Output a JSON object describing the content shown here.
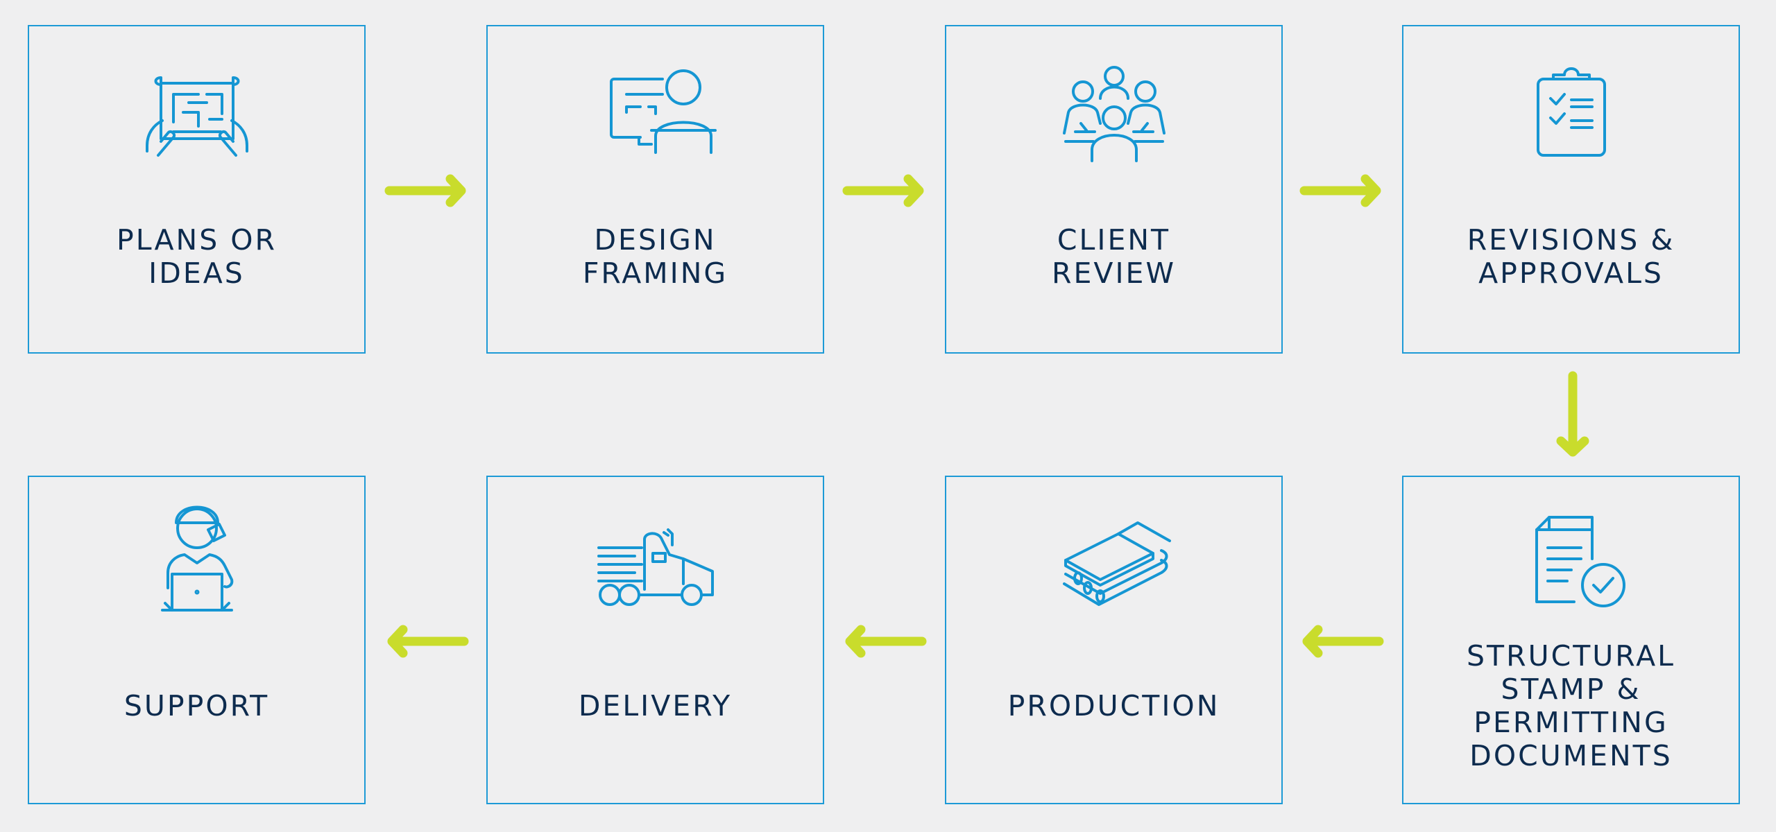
{
  "steps": [
    {
      "label": "PLANS OR\nIDEAS",
      "icon": "blueprint-icon"
    },
    {
      "label": "DESIGN\nFRAMING",
      "icon": "designer-at-monitor-icon"
    },
    {
      "label": "CLIENT\nREVIEW",
      "icon": "meeting-group-icon"
    },
    {
      "label": "REVISIONS &\nAPPROVALS",
      "icon": "clipboard-checklist-icon"
    },
    {
      "label": "STRUCTURAL\nSTAMP &\nPERMITTING\nDOCUMENTS",
      "icon": "approved-document-icon"
    },
    {
      "label": "PRODUCTION",
      "icon": "lumber-beams-icon"
    },
    {
      "label": "DELIVERY",
      "icon": "flatbed-truck-icon"
    },
    {
      "label": "SUPPORT",
      "icon": "support-technician-icon"
    }
  ],
  "colors": {
    "background": "#efeff0",
    "box_border": "#1d9ad6",
    "icon_stroke": "#1596d3",
    "label_text": "#0d2b4e",
    "arrow": "#c9dc2c"
  }
}
